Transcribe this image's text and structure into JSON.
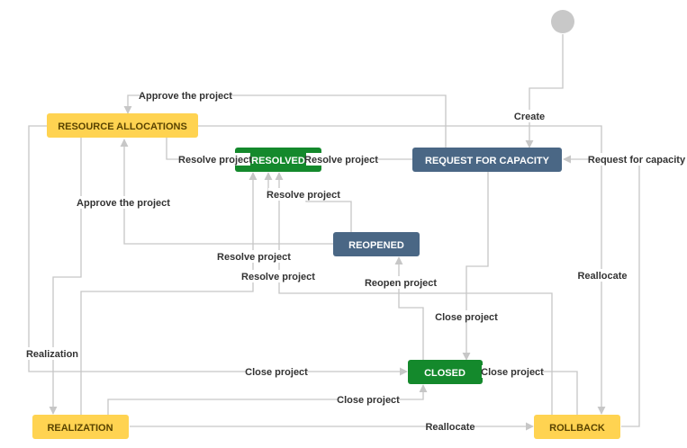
{
  "colors": {
    "status_yellow": "#ffd351",
    "status_blue": "#4a6785",
    "status_green": "#14892c",
    "start_circle": "#c8c8c8",
    "edge": "#c7c7c7",
    "label": "#333333"
  },
  "statuses": {
    "resource_allocations": "RESOURCE ALLOCATIONS",
    "resolved": "RESOLVED",
    "request_for_capacity": "REQUEST FOR CAPACITY",
    "reopened": "REOPENED",
    "closed": "CLOSED",
    "realization": "REALIZATION",
    "rollback": "ROLLBACK"
  },
  "transitions": {
    "create": "Create",
    "approve_top": "Approve the project",
    "resolve_from_ra": "Resolve project",
    "resolve_from_rfc": "Resolve project",
    "request_for_capacity": "Request for capacity",
    "resolve_from_reopened": "Resolve project",
    "approve_left": "Approve the project",
    "resolve_from_realization": "Resolve project",
    "resolve_from_rollback": "Resolve project",
    "reallocate_right": "Reallocate",
    "reopen_project": "Reopen project",
    "close_from_rfc": "Close project",
    "realization_left": "Realization",
    "close_from_ra": "Close project",
    "close_from_rollback": "Close project",
    "close_from_realization": "Close project",
    "reallocate_bottom": "Reallocate"
  }
}
